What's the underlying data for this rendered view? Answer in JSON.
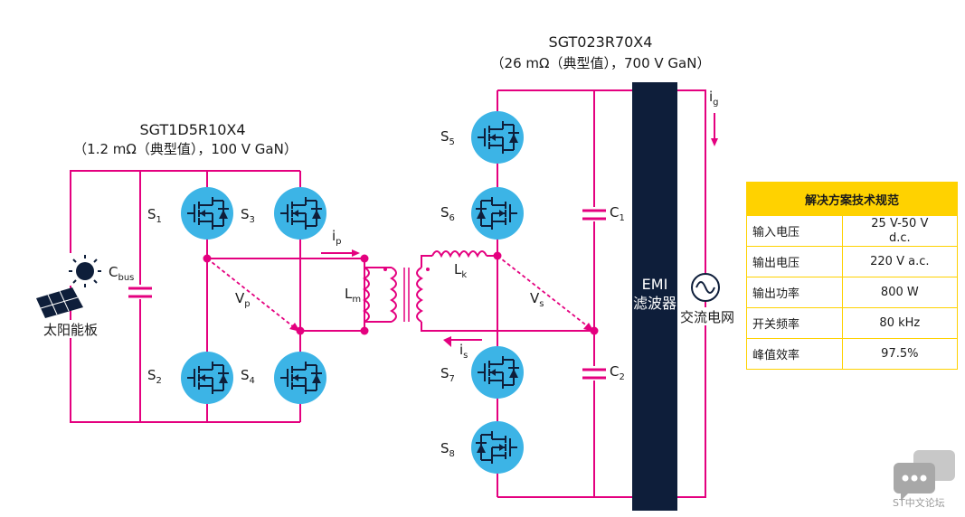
{
  "labels": {
    "hv_part": "SGT023R70X4",
    "hv_spec": "（26 mΩ（典型值），700 V GaN）",
    "lv_part": "SGT1D5R10X4",
    "lv_spec": "（1.2 mΩ（典型值），100 V GaN）",
    "solar": "太阳能板",
    "emi_1": "EMI",
    "emi_2": "滤波器",
    "grid": "交流电网"
  },
  "components": {
    "s1": "S",
    "s1_sub": "1",
    "s2": "S",
    "s2_sub": "2",
    "s3": "S",
    "s3_sub": "3",
    "s4": "S",
    "s4_sub": "4",
    "s5": "S",
    "s5_sub": "5",
    "s6": "S",
    "s6_sub": "6",
    "s7": "S",
    "s7_sub": "7",
    "s8": "S",
    "s8_sub": "8",
    "cbus": "C",
    "cbus_sub": "bus",
    "c1": "C",
    "c1_sub": "1",
    "c2": "C",
    "c2_sub": "2",
    "lm": "L",
    "lm_sub": "m",
    "lk": "L",
    "lk_sub": "k",
    "vp": "V",
    "vp_sub": "p",
    "vs": "V",
    "vs_sub": "s",
    "ip": "i",
    "ip_sub": "p",
    "is": "i",
    "is_sub": "s",
    "ig": "i",
    "ig_sub": "g"
  },
  "spec_table": {
    "title": "解决方案技术规范",
    "rows": [
      {
        "name": "输入电压",
        "value": "25 V-50 V",
        "value2": "d.c."
      },
      {
        "name": "输出电压",
        "value": "220 V a.c."
      },
      {
        "name": "输出功率",
        "value": "800 W"
      },
      {
        "name": "开关频率",
        "value": "80 kHz"
      },
      {
        "name": "峰值效率",
        "value": "97.5%"
      }
    ]
  },
  "watermark": "ST中文论坛",
  "colors": {
    "wire": "#e4007f",
    "fet": "#3cb4e6",
    "emi": "#0e1e3a",
    "table_accent": "#ffd200"
  }
}
